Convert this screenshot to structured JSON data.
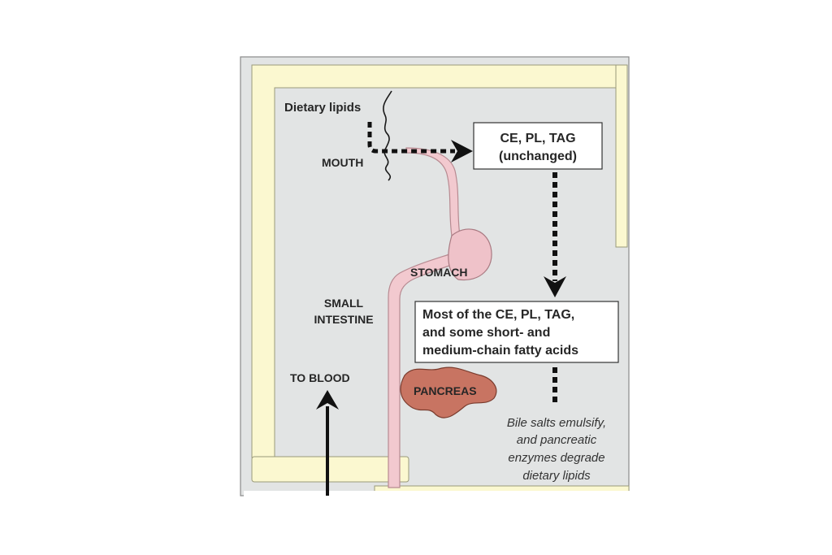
{
  "labels": {
    "dietary_lipids": "Dietary lipids",
    "mouth": "MOUTH",
    "stomach": "STOMACH",
    "small_intestine_line1": "SMALL",
    "small_intestine_line2": "INTESTINE",
    "to_blood": "TO BLOOD",
    "pancreas": "PANCREAS"
  },
  "boxes": {
    "unchanged": {
      "line1": "CE, PL, TAG",
      "line2": "(unchanged)"
    },
    "most": {
      "line1": "Most of the CE, PL, TAG,",
      "line2": "and some short- and",
      "line3": "medium-chain fatty acids"
    }
  },
  "note": {
    "line1": "Bile salts emulsify,",
    "line2": "and pancreatic",
    "line3": "enzymes degrade",
    "line4": "dietary lipids"
  },
  "colors": {
    "panel_bg": "#e2e4e4",
    "band_yellow": "#fbf8d0",
    "tract_pink": "#f2c9cf",
    "pancreas": "#c87462",
    "arrow": "#111111"
  }
}
